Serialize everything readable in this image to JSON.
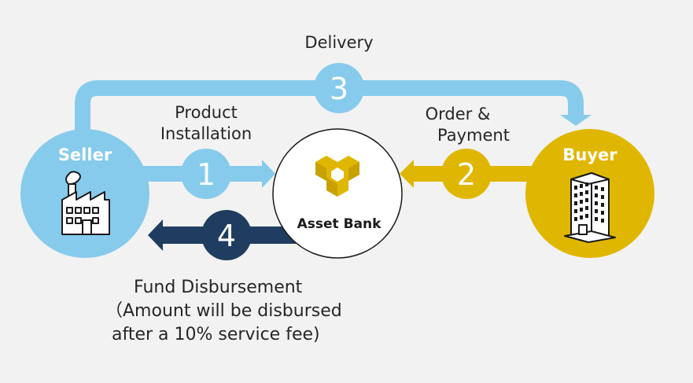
{
  "colors": {
    "background": "#f2f2f2",
    "seller_blue": "#86cbec",
    "buyer_gold": "#e0b700",
    "navy": "#1f3d60",
    "white": "#ffffff"
  },
  "nodes": {
    "seller": {
      "label": "Seller",
      "icon": "factory-icon"
    },
    "bank": {
      "label": "Asset Bank",
      "icon": "asset-bank-logo-icon"
    },
    "buyer": {
      "label": "Buyer",
      "icon": "office-building-icon"
    }
  },
  "steps": [
    {
      "number": "3",
      "lines": [
        "Delivery"
      ]
    },
    {
      "number": "1",
      "lines": [
        "Product",
        "Installation"
      ]
    },
    {
      "number": "2",
      "lines": [
        "Order &",
        "Payment"
      ]
    },
    {
      "number": "4",
      "lines": [
        "Fund Disbursement",
        "（Amount will be disbursed",
        "after a 10% service fee)"
      ]
    }
  ]
}
